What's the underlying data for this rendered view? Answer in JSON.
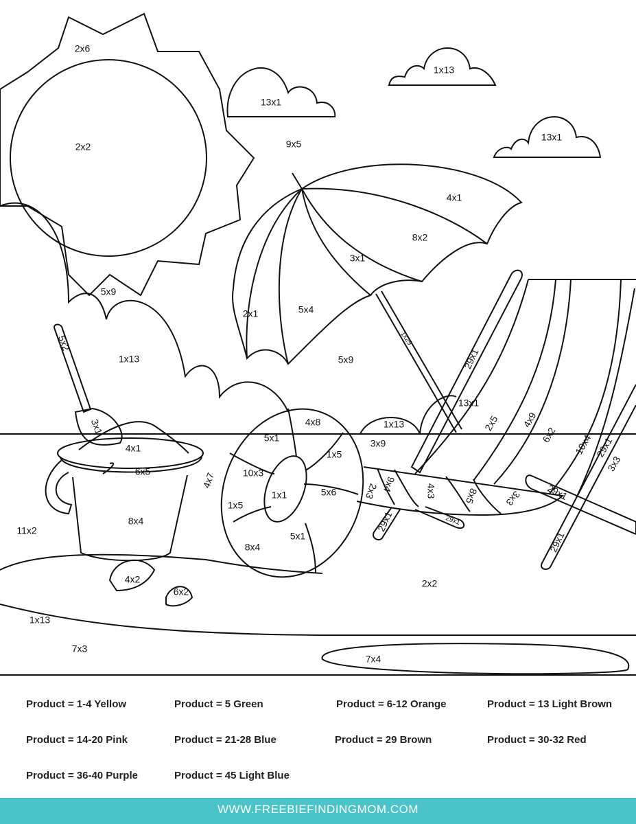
{
  "labels": [
    "2x6",
    "2x2",
    "13x1",
    "1x13",
    "13x1",
    "9x5",
    "4x1",
    "8x2",
    "3x1",
    "2x1",
    "5x4",
    "5x9",
    "1x13",
    "5x9",
    "5x2",
    "3x1",
    "1x29",
    "29x1",
    "13x1",
    "1x13",
    "3x9",
    "2x5",
    "4x9",
    "6x2",
    "10x4",
    "29x1",
    "3x3",
    "4x1",
    "6x5",
    "4x7",
    "5x1",
    "4x8",
    "1x5",
    "10x3",
    "1x1",
    "5x6",
    "1x5",
    "8x4",
    "5x1",
    "2x3",
    "9x4",
    "4x3",
    "8x5",
    "3x3",
    "29x1",
    "29x1",
    "29x1",
    "29x1",
    "8x4",
    "11x2",
    "4x2",
    "6x2",
    "2x2",
    "1x13",
    "7x3",
    "7x4"
  ],
  "legend": [
    "Product = 1-4 Yellow",
    "Product = 5 Green",
    "Product = 6-12 Orange",
    "Product = 13 Light Brown",
    "Product = 14-20 Pink",
    "Product = 21-28 Blue",
    "Product = 29 Brown",
    "Product = 30-32 Red",
    "Product = 36-40 Purple",
    "Product = 45 Light Blue"
  ],
  "footer": {
    "url": "WWW.FREEBIEFINDINGMOM.COM",
    "color": "#4ac4c8"
  }
}
